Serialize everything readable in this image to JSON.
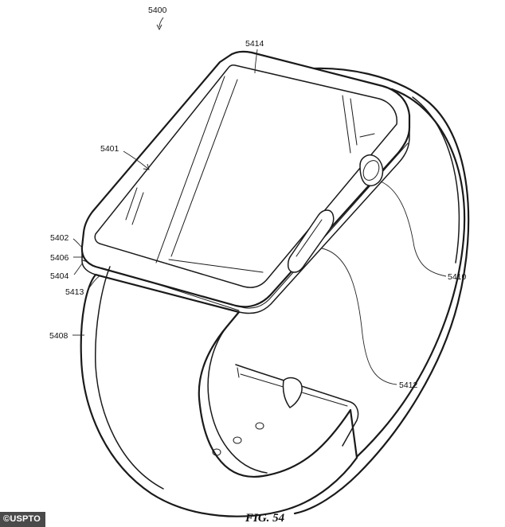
{
  "figure": {
    "caption": "FIG. 54",
    "reference_numerals": {
      "assembly": "5400",
      "display_cover": "5414",
      "housing": "5401",
      "layer_top": "5402",
      "layer_middle": "5406",
      "layer_bottom": "5404",
      "band_attachment": "5413",
      "band": "5408",
      "crown": "5410",
      "button": "5412"
    }
  },
  "watermark": {
    "label": "USPTO",
    "copyright_symbol": "©"
  }
}
